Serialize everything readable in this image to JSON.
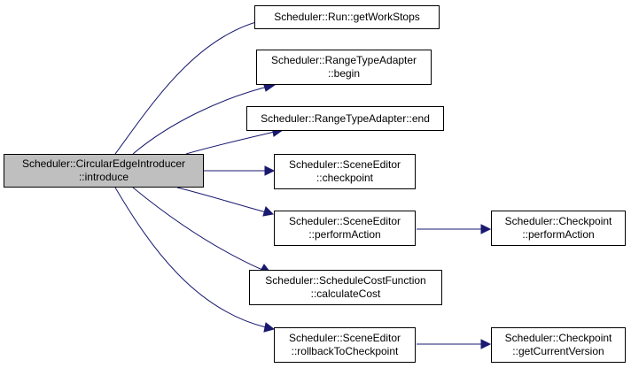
{
  "diagram": {
    "colors": {
      "edge": "#191970",
      "root_fill": "#bfbfbf",
      "node_fill": "#ffffff",
      "border": "#000000"
    },
    "nodes": [
      {
        "id": "root",
        "lines": [
          "Scheduler::CircularEdgeIntroducer",
          "::introduce"
        ]
      },
      {
        "id": "n1",
        "lines": [
          "Scheduler::Run::getWorkStops"
        ]
      },
      {
        "id": "n2",
        "lines": [
          "Scheduler::RangeTypeAdapter",
          "::begin"
        ]
      },
      {
        "id": "n3",
        "lines": [
          "Scheduler::RangeTypeAdapter::end"
        ]
      },
      {
        "id": "n4",
        "lines": [
          "Scheduler::SceneEditor",
          "::checkpoint"
        ]
      },
      {
        "id": "n5",
        "lines": [
          "Scheduler::SceneEditor",
          "::performAction"
        ]
      },
      {
        "id": "n6",
        "lines": [
          "Scheduler::ScheduleCostFunction",
          "::calculateCost"
        ]
      },
      {
        "id": "n7",
        "lines": [
          "Scheduler::SceneEditor",
          "::rollbackToCheckpoint"
        ]
      },
      {
        "id": "n8",
        "lines": [
          "Scheduler::Checkpoint",
          "::performAction"
        ]
      },
      {
        "id": "n9",
        "lines": [
          "Scheduler::Checkpoint",
          "::getCurrentVersion"
        ]
      }
    ],
    "edges": [
      {
        "from": "root",
        "to": "n1"
      },
      {
        "from": "root",
        "to": "n2"
      },
      {
        "from": "root",
        "to": "n3"
      },
      {
        "from": "root",
        "to": "n4"
      },
      {
        "from": "root",
        "to": "n5"
      },
      {
        "from": "root",
        "to": "n6"
      },
      {
        "from": "root",
        "to": "n7"
      },
      {
        "from": "n5",
        "to": "n8"
      },
      {
        "from": "n7",
        "to": "n9"
      }
    ]
  }
}
